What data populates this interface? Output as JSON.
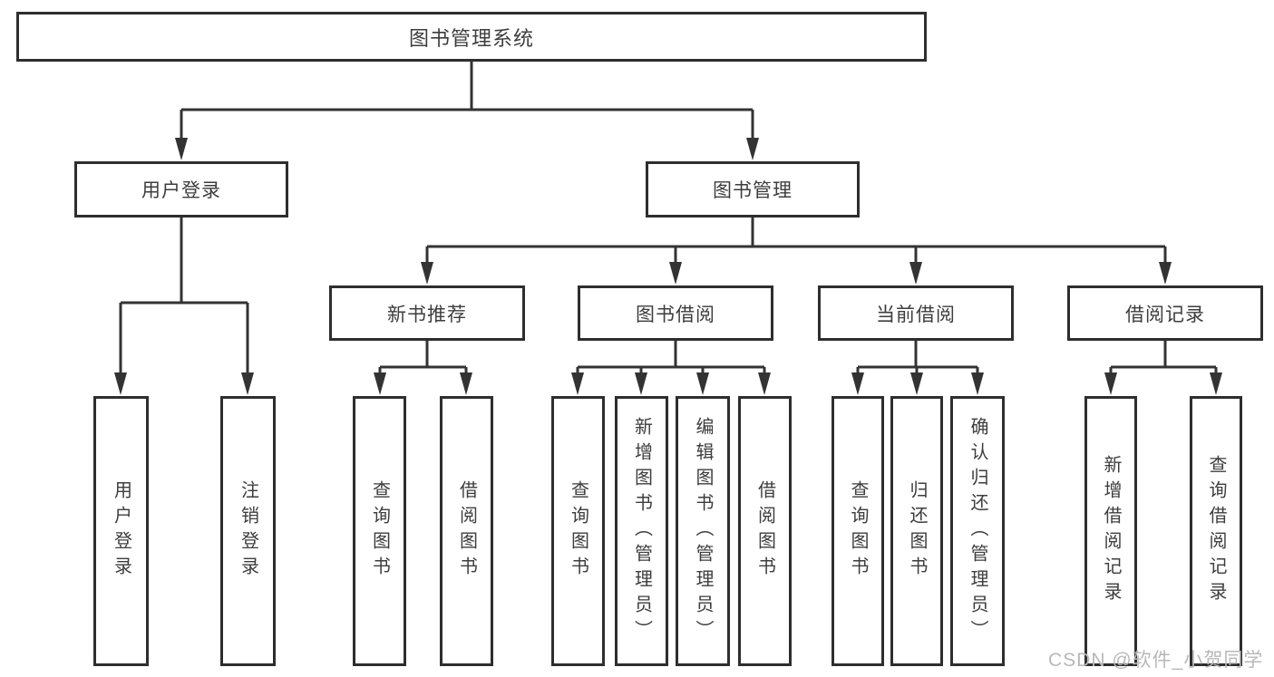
{
  "diagram": {
    "title": "图书管理系统",
    "watermark": "CSDN @软件_小贺同学",
    "colors": {
      "line": "#333333",
      "box_border": "#2e2e2e",
      "text": "#3d3d3d",
      "watermark": "#b8b8b8",
      "background": "#ffffff"
    },
    "nodes": {
      "root": {
        "label": "图书管理系统"
      },
      "user_login": {
        "label": "用户登录"
      },
      "book_mgmt": {
        "label": "图书管理"
      },
      "login": {
        "label": "用户登录"
      },
      "logout": {
        "label": "注销登录"
      },
      "new_book_rec": {
        "label": "新书推荐"
      },
      "book_borrow": {
        "label": "图书借阅"
      },
      "current_borrow": {
        "label": "当前借阅"
      },
      "borrow_record": {
        "label": "借阅记录"
      },
      "nbr_query_book": {
        "label": "查询图书"
      },
      "nbr_borrow_book": {
        "label": "借阅图书"
      },
      "bb_query_book": {
        "label": "查询图书"
      },
      "bb_add_book": {
        "label": "新增图书（管理员）"
      },
      "bb_edit_book": {
        "label": "编辑图书（管理员）"
      },
      "bb_borrow_book": {
        "label": "借阅图书"
      },
      "cb_query_book": {
        "label": "查询图书"
      },
      "cb_return_book": {
        "label": "归还图书"
      },
      "cb_confirm_return": {
        "label": "确认归还（管理员）"
      },
      "br_add_record": {
        "label": "新增借阅记录"
      },
      "br_query_record": {
        "label": "查询借阅记录"
      }
    },
    "hierarchy": {
      "图书管理系统": {
        "用户登录": [
          "用户登录",
          "注销登录"
        ],
        "图书管理": {
          "新书推荐": [
            "查询图书",
            "借阅图书"
          ],
          "图书借阅": [
            "查询图书",
            "新增图书（管理员）",
            "编辑图书（管理员）",
            "借阅图书"
          ],
          "当前借阅": [
            "查询图书",
            "归还图书",
            "确认归还（管理员）"
          ],
          "借阅记录": [
            "新增借阅记录",
            "查询借阅记录"
          ]
        }
      }
    }
  }
}
